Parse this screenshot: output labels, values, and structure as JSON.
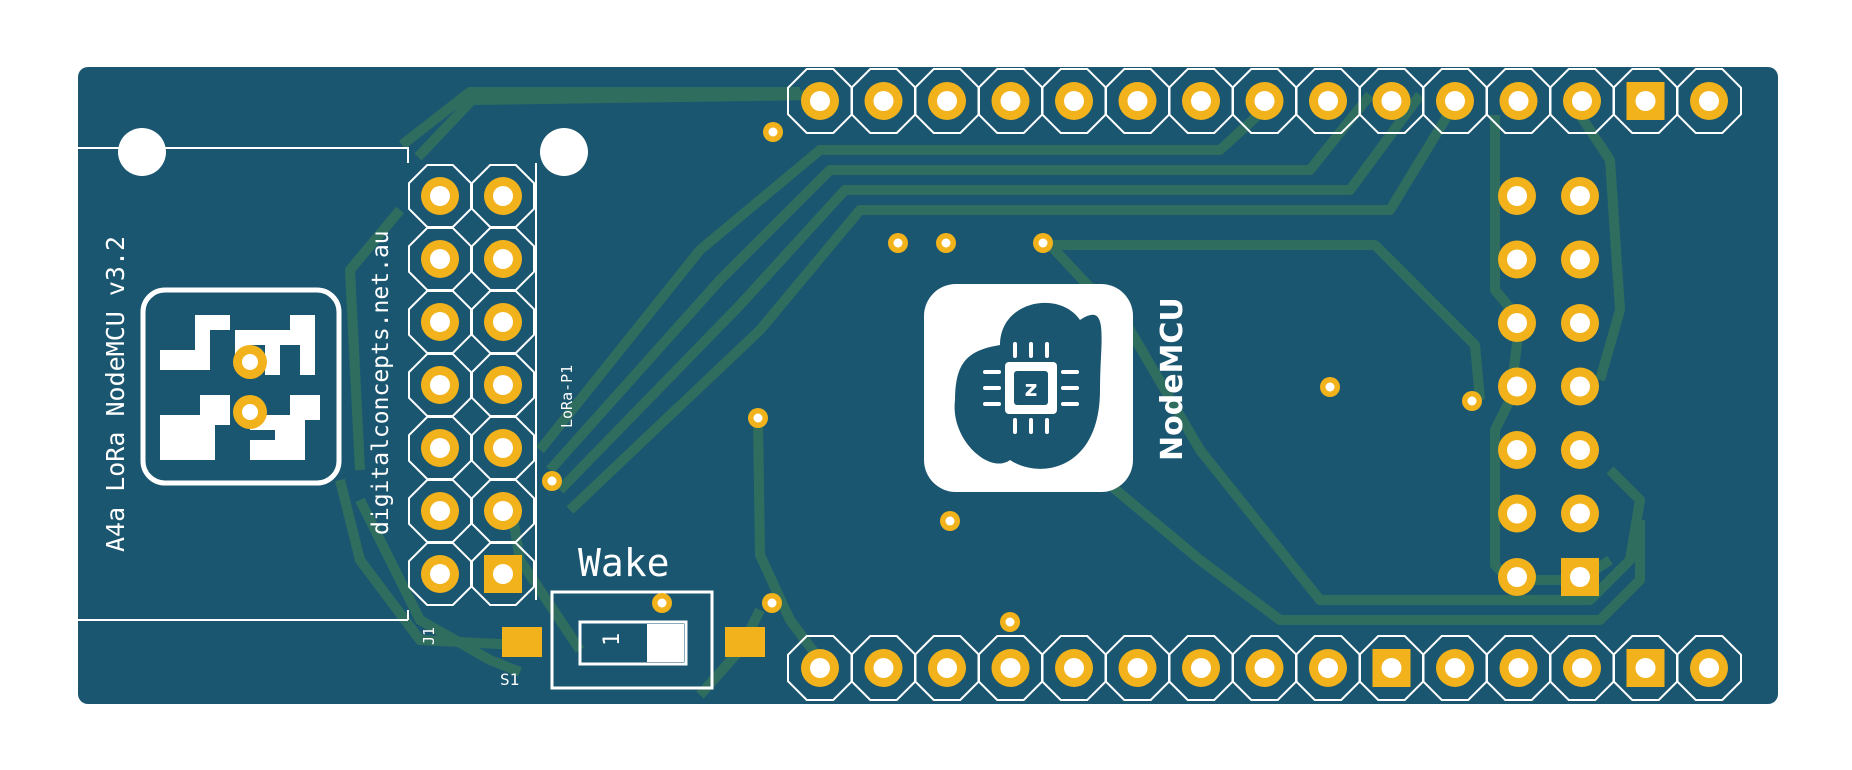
{
  "board": {
    "title": "A4a LoRa NodeMCU v3.2",
    "website": "digitalconcepts.net.au",
    "connector_label": "LoRa-P1",
    "header_ref": "J1",
    "switch_ref": "S1",
    "switch_label": "Wake",
    "switch_position_marker": "1",
    "module_logo_text": "NodeMCU"
  },
  "colors": {
    "pcb": "#1b5670",
    "trace": "#2f6e5f",
    "pad": "#f2b21b",
    "silkscreen": "#ffffff",
    "background": "#ffffff"
  },
  "icons": [
    "a4a-logo-icon",
    "nodemcu-chip-logo-icon"
  ]
}
